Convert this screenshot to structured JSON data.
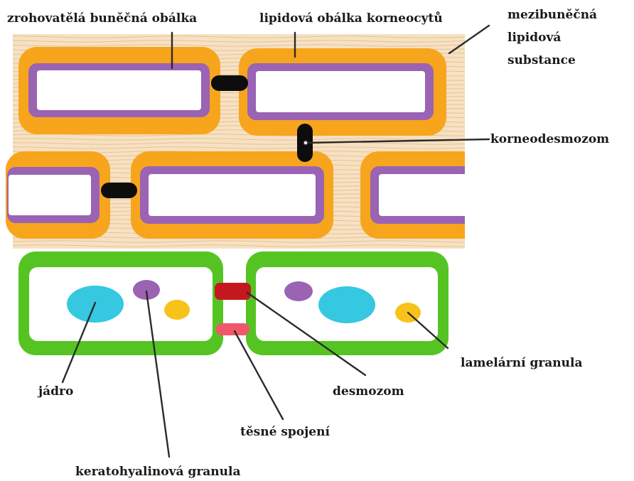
{
  "labels": {
    "cornified_envelope": "zrohovatělá buněčná obálka",
    "lipid_envelope": "lipidová obálka korneocytů",
    "intercellular_lipid_1": "mezibuněčná",
    "intercellular_lipid_2": "lipidová",
    "intercellular_lipid_3": "substance",
    "corneodesmosome": "korneodesmozom",
    "lamellar_granule": "lamelární granula",
    "nucleus": "jádro",
    "desmosome": "desmozom",
    "tight_junction": "těsné spojení",
    "keratohyalin_granule": "keratohyalinová granula"
  },
  "colors": {
    "lipid_matrix": "#f7e1c2",
    "lipid_lines": "#e3c398",
    "lipid_envelope": "#f7a51c",
    "cornified_envelope": "#9a63b3",
    "corneocyte_interior": "#ffffff",
    "corneodesmosome": "#0d0d0d",
    "living_cell_membrane": "#55c423",
    "nucleus": "#35c8e0",
    "keratohyalin_granule": "#9a63b3",
    "lamellar_granule": "#f7c31a",
    "desmosome": "#c4181e",
    "tight_junction": "#f0576b"
  }
}
